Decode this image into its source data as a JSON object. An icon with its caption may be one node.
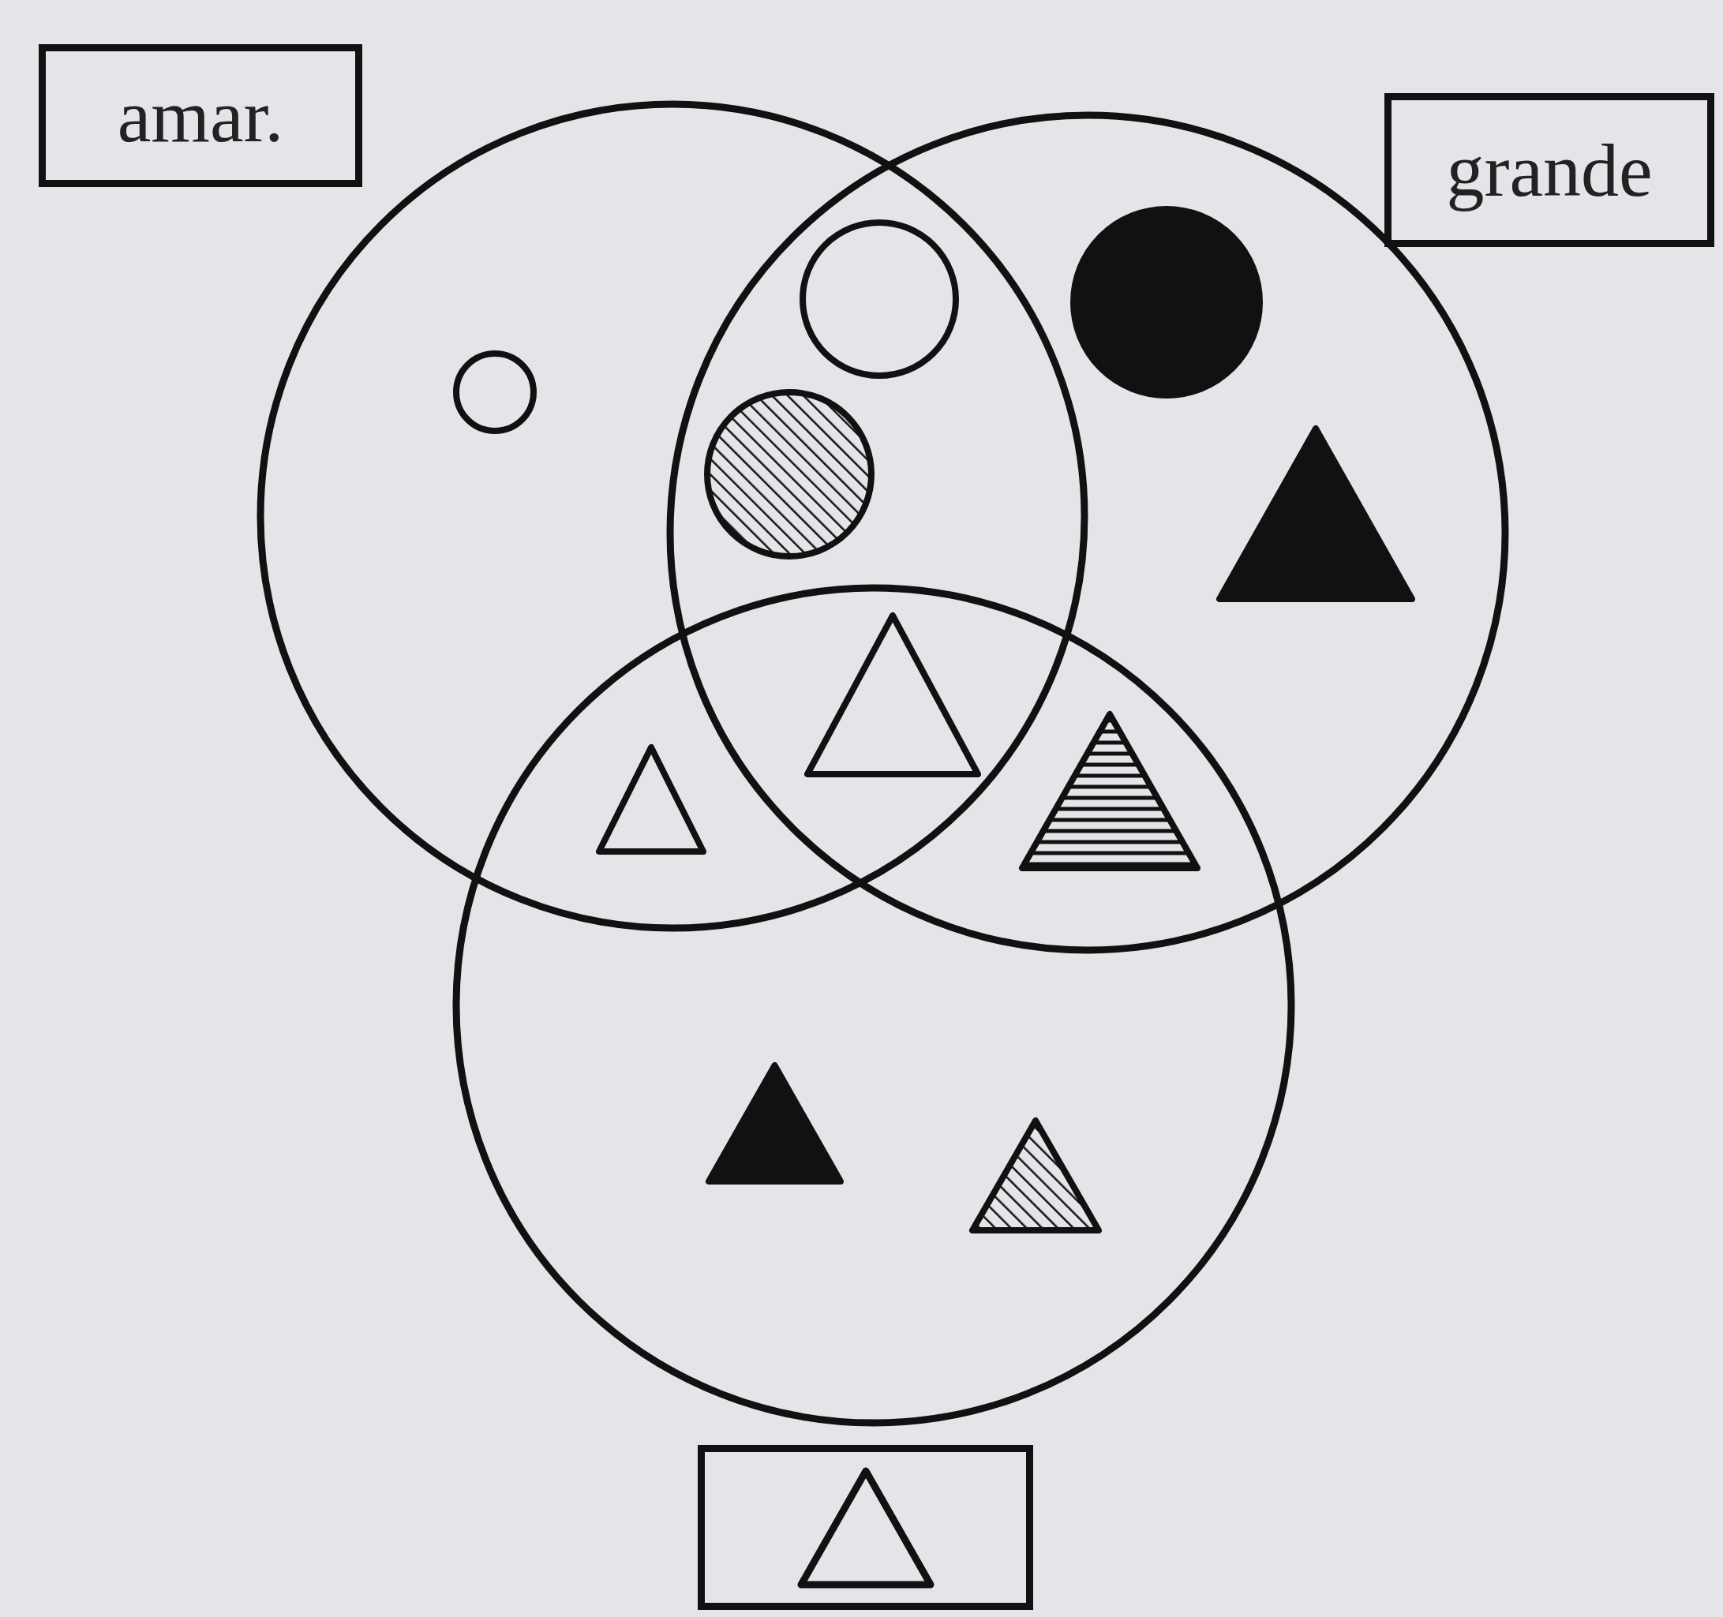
{
  "diagram": {
    "nodes": [
      {
        "text": [
          "amar."
        ]
      },
      {
        "text": [
          "grande"
        ]
      },
      {
        "text": [],
        "shape": "box"
      }
    ]
  }
}
